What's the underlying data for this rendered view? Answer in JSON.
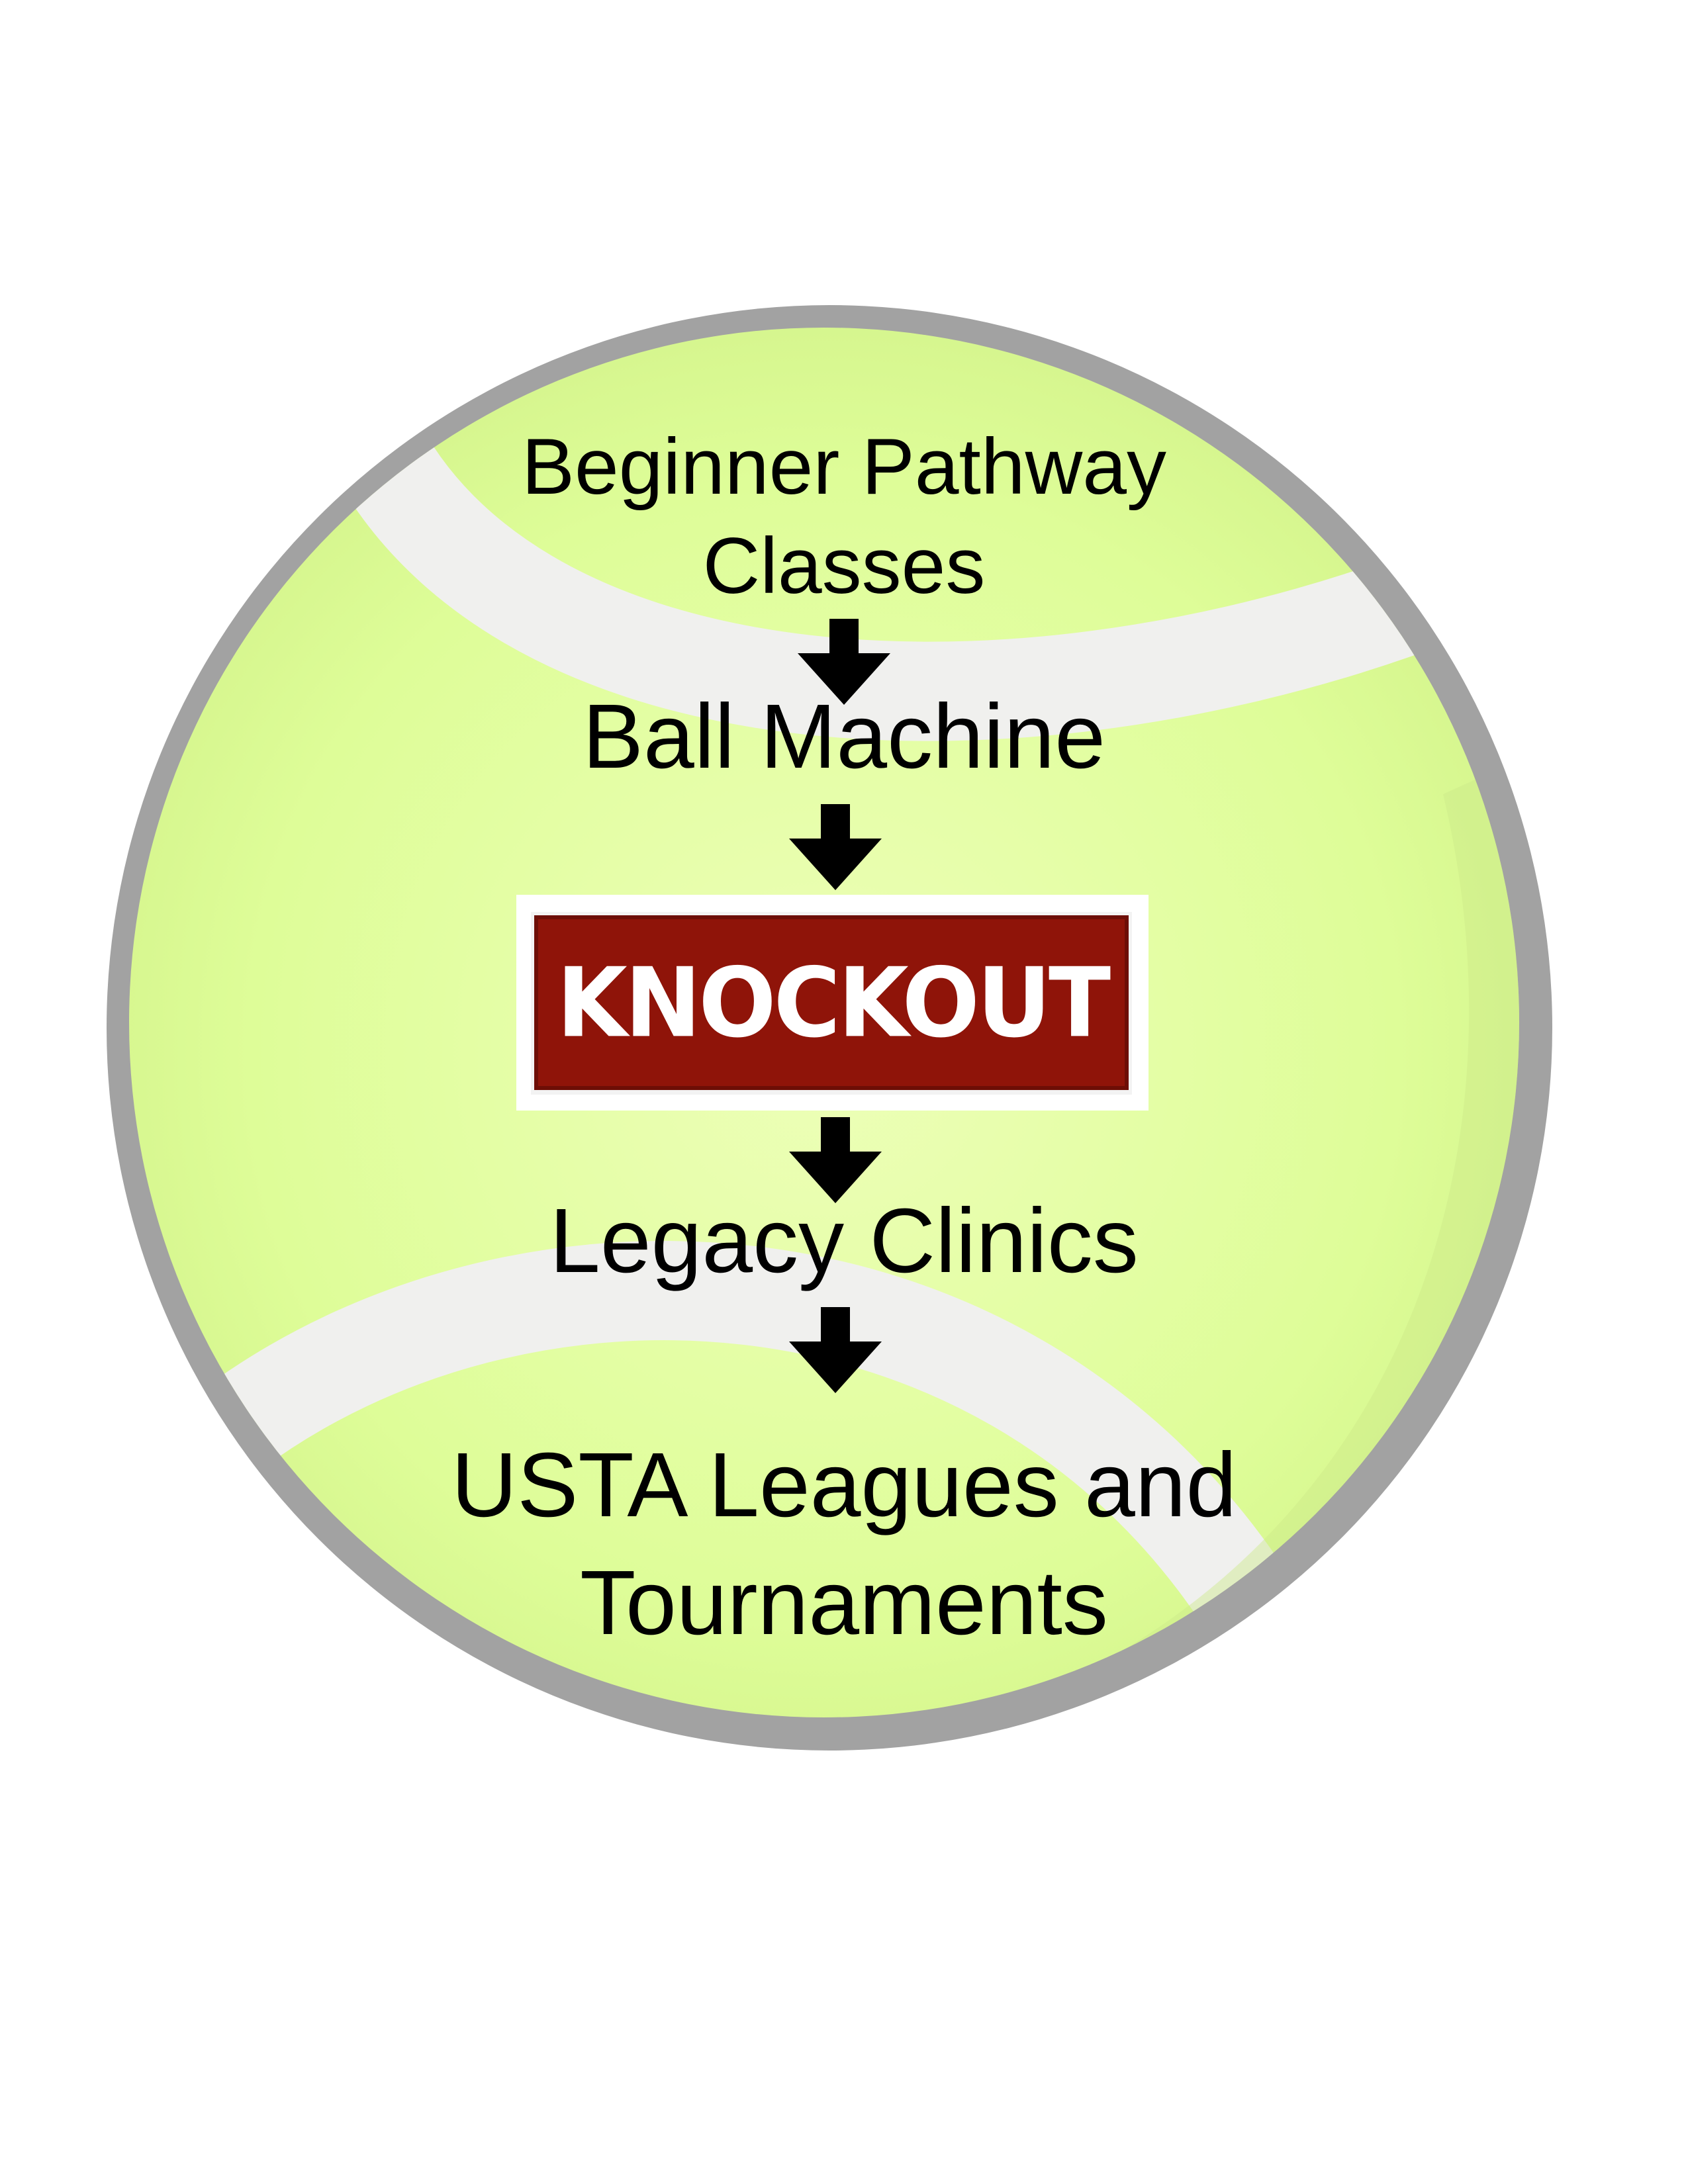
{
  "colors": {
    "ball_fill": "#dcfb96",
    "ball_center": "#e9ffb0",
    "seam": "#f0f0ee",
    "rim": "#a2a2a2",
    "badge_red": "#8f1409",
    "badge_frame": "#ffffff",
    "text": "#000000"
  },
  "steps": [
    {
      "lines": [
        "Beginner Pathway",
        "Classes"
      ]
    },
    {
      "lines": [
        "Ball Machine"
      ]
    },
    {
      "badge": "KNOCKOUT"
    },
    {
      "lines": [
        "Legacy Clinics"
      ]
    },
    {
      "lines": [
        "USTA Leagues and",
        "Tournaments"
      ]
    }
  ],
  "arrows": [
    {
      "from": 0,
      "to": 1,
      "icon": "arrow-down-icon"
    },
    {
      "from": 1,
      "to": 2,
      "icon": "arrow-down-icon"
    },
    {
      "from": 2,
      "to": 3,
      "icon": "arrow-down-icon"
    },
    {
      "from": 3,
      "to": 4,
      "icon": "arrow-down-icon"
    }
  ]
}
